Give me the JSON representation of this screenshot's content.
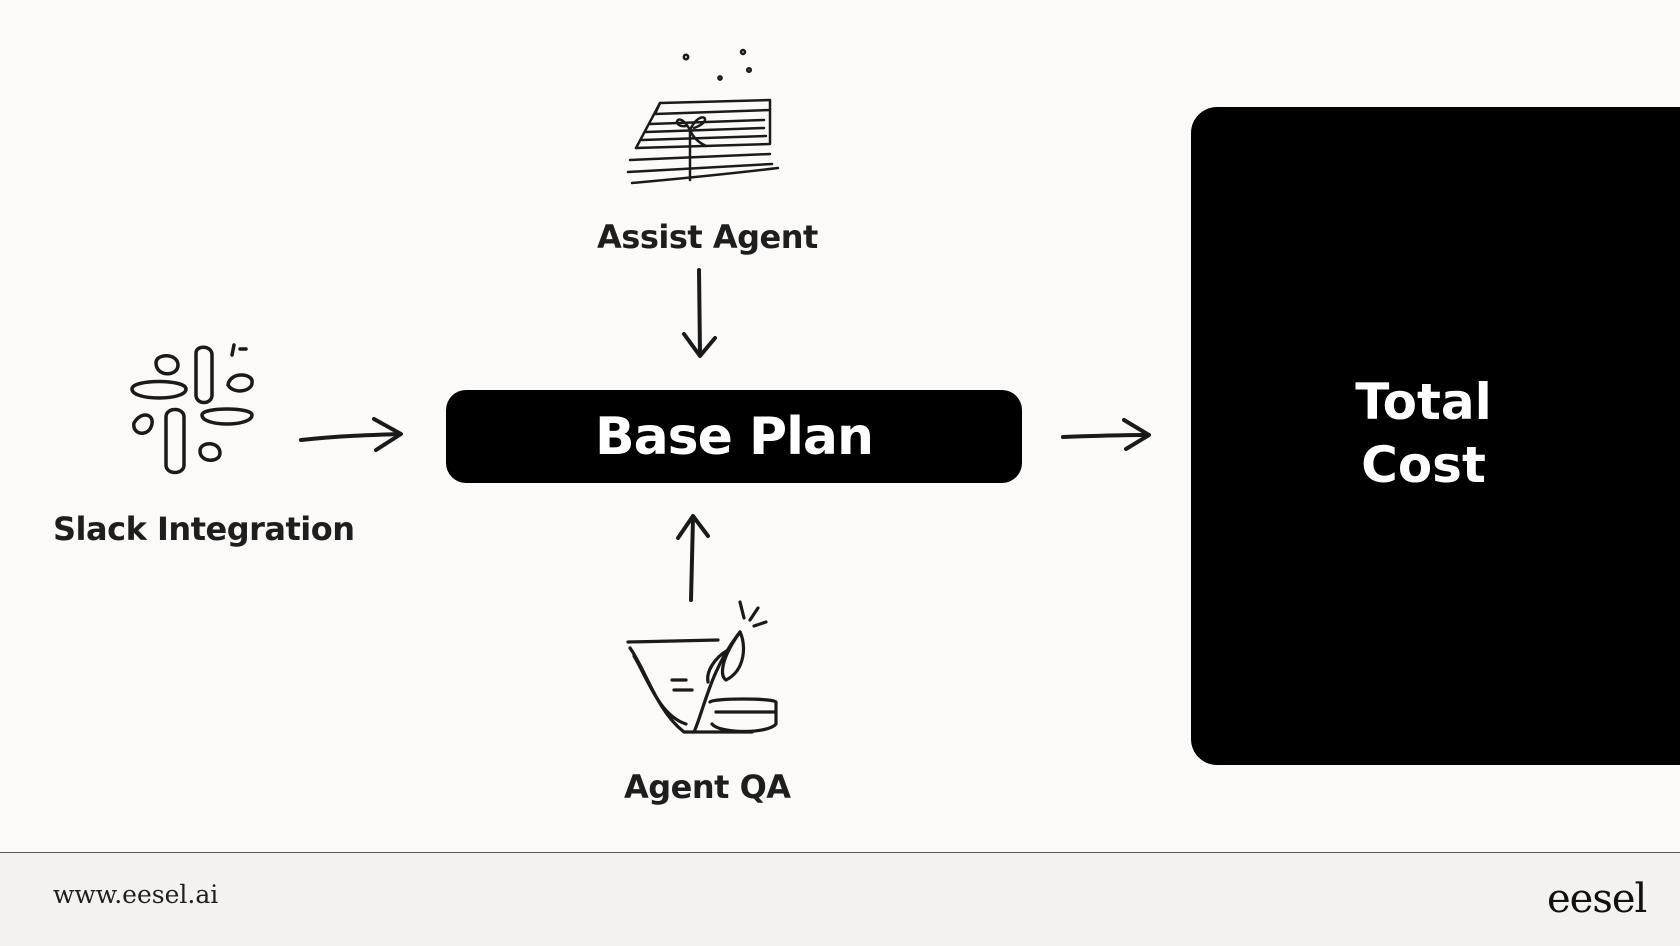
{
  "nodes": {
    "assist_agent": "Assist Agent",
    "slack_integration": "Slack Integration",
    "agent_qa": "Agent QA",
    "base_plan": "Base Plan",
    "total_cost": "Total Cost"
  },
  "icons": {
    "assist_agent": "stack-of-papers-with-sprout-icon",
    "slack_integration": "slack-logo-icon",
    "agent_qa": "inkwell-quill-icon"
  },
  "edges": [
    {
      "from": "Assist Agent",
      "to": "Base Plan"
    },
    {
      "from": "Slack Integration",
      "to": "Base Plan"
    },
    {
      "from": "Agent QA",
      "to": "Base Plan"
    },
    {
      "from": "Base Plan",
      "to": "Total Cost"
    }
  ],
  "footer": {
    "url": "www.eesel.ai",
    "logo": "eesel"
  },
  "colors": {
    "background": "#fbfaf8",
    "box": "#000000",
    "box_text": "#ffffff",
    "footer_bg": "#f3f2f0"
  }
}
